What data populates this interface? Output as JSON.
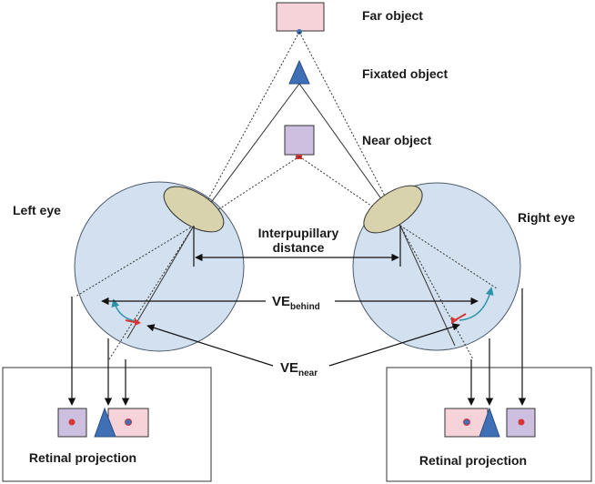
{
  "labels": {
    "far_object": "Far object",
    "fixated_object": "Fixated object",
    "near_object": "Near object",
    "left_eye": "Left eye",
    "right_eye": "Right eye",
    "interpupillary_line1": "Interpupillary",
    "interpupillary_line2": "distance",
    "ve": "VE",
    "ve_behind_sub": "behind",
    "ve_near_sub": "near",
    "retinal_projection_left": "Retinal projection",
    "retinal_projection_right": "Retinal projection"
  },
  "colors": {
    "eyeball_fill": "#d3e0ef",
    "lens_fill": "#d9d3ad",
    "far_object_fill": "#f5d3d8",
    "near_object_fill": "#cdbfe0",
    "fixated_triangle": "#3f6fb5",
    "red_dot": "#d83535",
    "blue_dot": "#3f6fb5",
    "teal_arc": "#2a93a8"
  }
}
